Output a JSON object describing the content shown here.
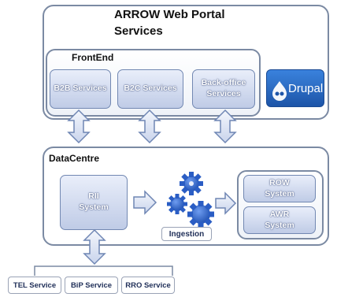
{
  "portal": {
    "title_line1": "ARROW Web Portal",
    "title_line2": "Services"
  },
  "frontend": {
    "label": "FrontEnd",
    "services": [
      "B2B Services",
      "B2C Services",
      "Back-office Services"
    ],
    "logo_text": "Drupal"
  },
  "datacentre": {
    "label": "DataCentre",
    "rii": "RII System",
    "ingestion": "Ingestion",
    "row": "ROW System",
    "awr": "AWR System"
  },
  "external": [
    "TEL Service",
    "BiP Service",
    "RRO Service"
  ],
  "colors": {
    "frame": "#7b8aa3",
    "service_fill_top": "#e9eefa",
    "service_fill_bottom": "#bfcbe6",
    "drupal_blue": "#1f5fb5",
    "gear_blue": "#2c62c9"
  }
}
